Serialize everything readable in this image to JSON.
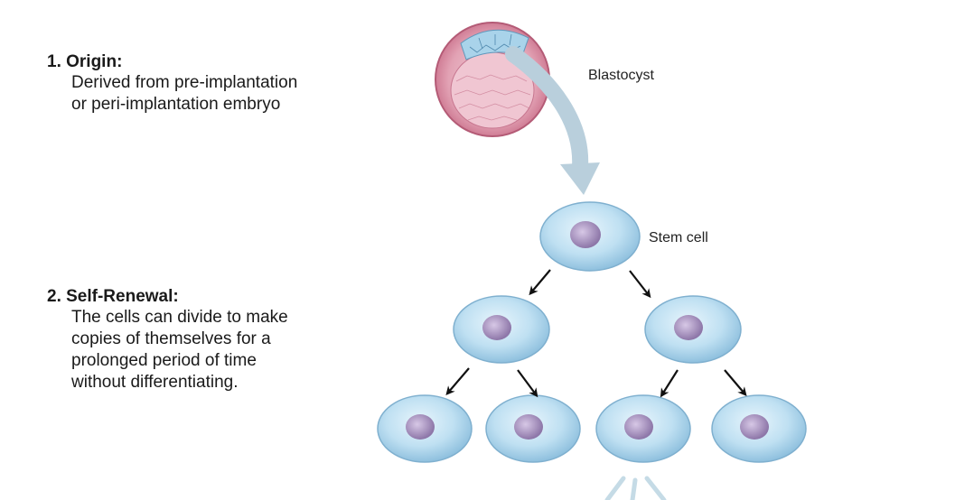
{
  "sections": [
    {
      "heading": "1. Origin:",
      "lines": [
        "Derived from pre-implantation",
        "or peri-implantation embryo"
      ]
    },
    {
      "heading": "2. Self-Renewal:",
      "lines": [
        "The cells can divide to make",
        "copies of themselves for a",
        "prolonged period of time",
        "without differentiating."
      ]
    }
  ],
  "labels": {
    "blastocyst": "Blastocyst",
    "stem_cell": "Stem cell"
  },
  "colors": {
    "cell_fill": "#bfe0f2",
    "cell_edge": "#7fb0cf",
    "nucleus": "#9c86b4",
    "blastocyst_outer": "#d98aa0",
    "blastocyst_inner": "#e9b9c6",
    "inner_mass": "#a9d3ea",
    "guide_arrow": "#b9cfdc",
    "small_arrow": "#111111"
  }
}
